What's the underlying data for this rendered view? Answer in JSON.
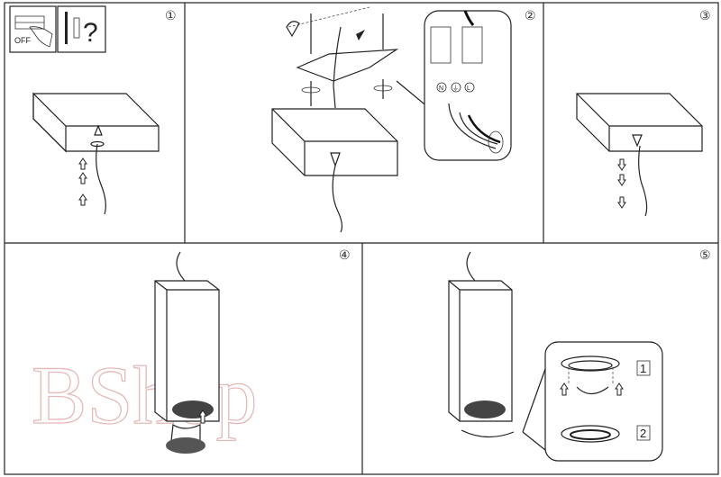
{
  "steps": [
    {
      "number": "1",
      "marker": "①"
    },
    {
      "number": "2",
      "marker": "②"
    },
    {
      "number": "3",
      "marker": "③"
    },
    {
      "number": "4",
      "marker": "④"
    },
    {
      "number": "5",
      "marker": "⑤"
    }
  ],
  "step1": {
    "off_label": "OFF",
    "question_mark": "?"
  },
  "step2": {
    "terminal_labels": {
      "neutral": "N",
      "earth": "⏚",
      "live": "L"
    }
  },
  "step5": {
    "sub_steps": [
      "1",
      "2"
    ]
  },
  "watermark": "BShop",
  "colors": {
    "line": "#222222",
    "watermark": "#e0a8a8"
  }
}
